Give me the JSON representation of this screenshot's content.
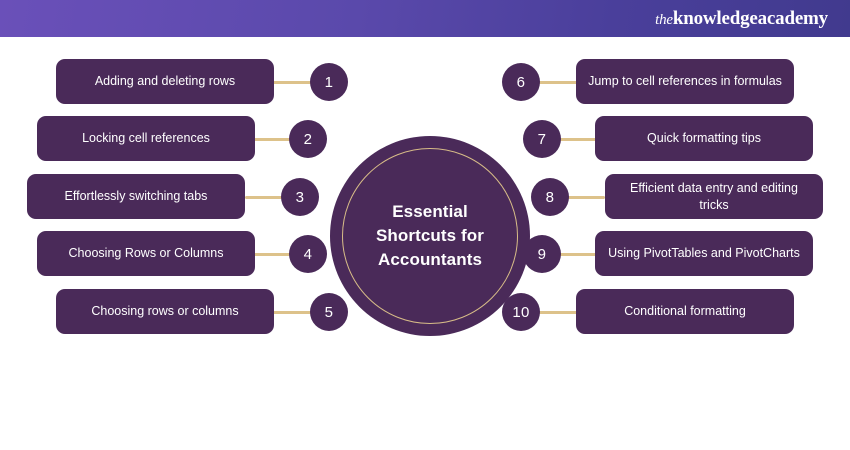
{
  "header": {
    "logo_prefix": "the",
    "logo_main": "knowledgeacademy",
    "gradient_from": "#6a50b9",
    "gradient_to": "#413a8e"
  },
  "diagram": {
    "type": "radial-list",
    "center_title": "Essential Shortcuts for Accountants",
    "box_color": "#4a2a59",
    "connector_color": "#ddc28a",
    "ring_color": "#d8bd88",
    "text_color": "#ffffff",
    "background": "#ffffff",
    "items": [
      {
        "number": "1",
        "label": "Adding and deleting rows",
        "side": "left"
      },
      {
        "number": "2",
        "label": "Locking cell references",
        "side": "left"
      },
      {
        "number": "3",
        "label": "Effortlessly switching tabs",
        "side": "left"
      },
      {
        "number": "4",
        "label": "Choosing Rows or Columns",
        "side": "left"
      },
      {
        "number": "5",
        "label": "Choosing rows or columns",
        "side": "left"
      },
      {
        "number": "6",
        "label": "Jump to cell references in formulas",
        "side": "right"
      },
      {
        "number": "7",
        "label": "Quick formatting tips",
        "side": "right"
      },
      {
        "number": "8",
        "label": "Efficient data entry and editing tricks",
        "side": "right"
      },
      {
        "number": "9",
        "label": "Using PivotTables and PivotCharts",
        "side": "right"
      },
      {
        "number": "10",
        "label": "Conditional formatting",
        "side": "right"
      }
    ]
  }
}
